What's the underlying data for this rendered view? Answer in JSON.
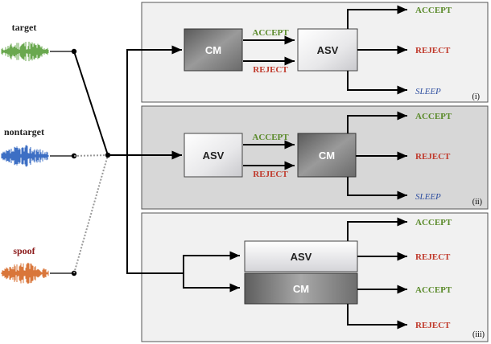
{
  "sources": {
    "target": "target",
    "nontarget": "nontarget",
    "spoof": "spoof"
  },
  "labels": {
    "accept": "ACCEPT",
    "reject": "REJECT",
    "sleep": "SLEEP",
    "cm": "CM",
    "asv": "ASV"
  },
  "panels": {
    "p1": "(i)",
    "p2": "(ii)",
    "p3": "(iii)"
  },
  "colors": {
    "accept": "#5a8a2a",
    "reject": "#c0392b",
    "sleep": "#2f4fa0",
    "target_wave": "#6aa84f",
    "nontarget_wave": "#3d6fc4",
    "spoof_wave": "#d9763a"
  }
}
